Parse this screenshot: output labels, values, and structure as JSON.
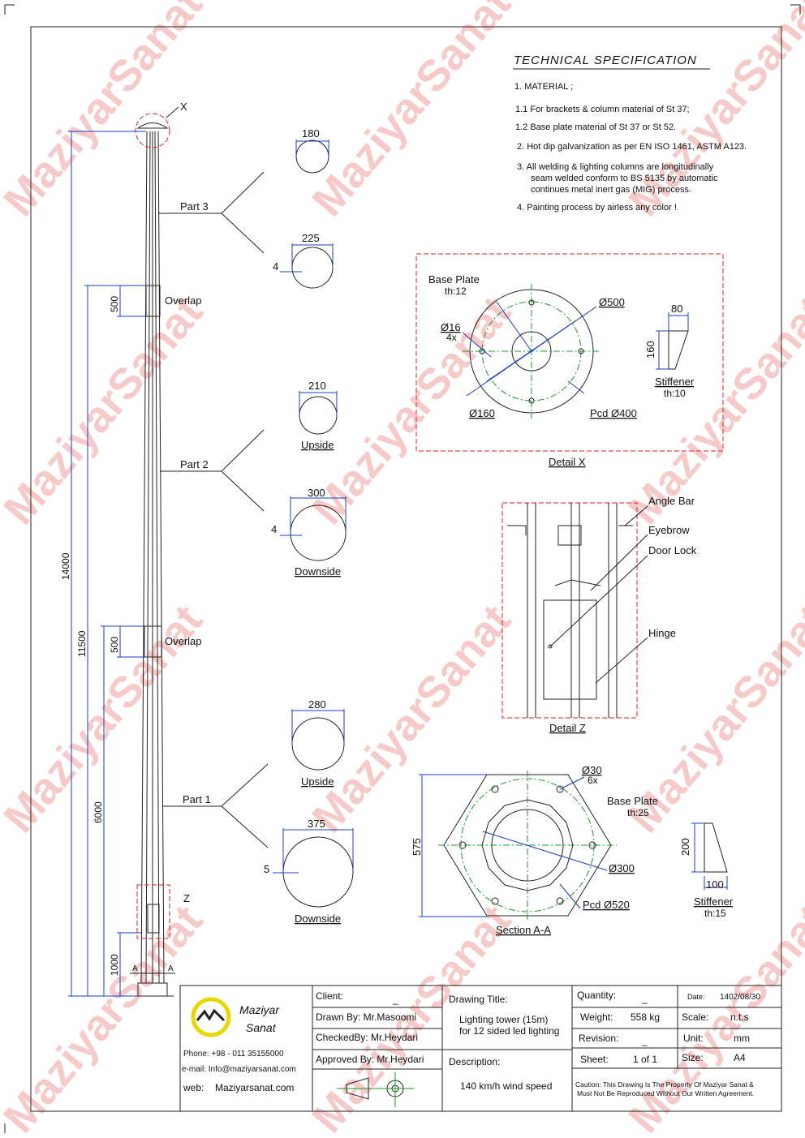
{
  "watermark": "MaziyarSanat",
  "spec": {
    "title": "TECHNICAL SPECIFICATION",
    "items": [
      "1. MATERIAL ;",
      "1.1  For brackets & column material of St 37;",
      "1.2  Base plate material of St 37 or St 52.",
      "2.  Hot dip galvanization as per EN ISO 1461, ASTM A123.",
      "3.  All welding & lighting columns are longitudinally",
      "seam welded conform to BS 5135 by automatic",
      "continues metal inert gas (MIG) process.",
      "4.  Painting process by airless any color !"
    ]
  },
  "pole": {
    "x_label": "X",
    "z_label": "Z",
    "a_label": "A",
    "dims": [
      "14000",
      "11500",
      "6000",
      "1000"
    ],
    "overlap": "Overlap",
    "overlap_dim": "500"
  },
  "parts": [
    {
      "label": "Part  3",
      "top": "180",
      "bottom": "225",
      "thk": "4",
      "top_name": "",
      "bottom_name": ""
    },
    {
      "label": "Part  2",
      "top": "210",
      "bottom": "300",
      "thk": "4",
      "top_name": "Upside",
      "bottom_name": "Downside"
    },
    {
      "label": "Part  1",
      "top": "280",
      "bottom": "375",
      "thk": "5",
      "top_name": "Upside",
      "bottom_name": "Downside"
    }
  ],
  "detail_x": {
    "title": "Detail  X",
    "base_plate": "Base  Plate",
    "th": "th:12",
    "hole": "Ø16",
    "hole_count": "4x",
    "outer": "Ø500",
    "inner": "Ø160",
    "pcd": "Pcd Ø400",
    "stiffener": "Stiffener",
    "stiff_th": "th:10",
    "stiff_w": "80",
    "stiff_h": "160"
  },
  "detail_z": {
    "title": "Detail  Z",
    "angle_bar": "Angle  Bar",
    "eyebrow": "Eyebrow",
    "door_lock": "Door  Lock",
    "hinge": "Hinge"
  },
  "section_aa": {
    "title": "Section  A-A",
    "hole": "Ø30",
    "hole_count": "6x",
    "base_plate": "Base  Plate",
    "th": "th:25",
    "inner": "Ø300",
    "pcd": "Pcd Ø520",
    "height": "575",
    "stiffener": "Stiffener",
    "stiff_th": "th:15",
    "stiff_w": "100",
    "stiff_h": "200"
  },
  "title_block": {
    "company": [
      "Maziyar",
      "Sanat"
    ],
    "phone": "Phone: +98 - 011 35155000",
    "email": "e-mail:  Info@maziyarsanat.com",
    "web_label": "web:",
    "web": "Maziyarsanat.com",
    "client_label": "Client:",
    "client": "_",
    "drawn": "Drawn By:  Mr.Masoomi",
    "checked": "CheckedBy:  Mr.Heydari",
    "approved": "Approved By:  Mr.Heydari",
    "drawing_title_label": "Drawing Title:",
    "drawing_title": [
      "Lighting tower (15m)",
      "for 12 sided led lighting"
    ],
    "description_label": "Description:",
    "description": "140 km/h wind speed",
    "quantity_label": "Quantity:",
    "quantity": "_",
    "weight_label": "Weight:",
    "weight": "558 kg",
    "revision_label": "Revision:",
    "revision": "_",
    "sheet_label": "Sheet:",
    "sheet": "1 of 1",
    "date_label": "Date:",
    "date": "1402/08/30",
    "scale_label": "Scale:",
    "scale": "n.t.s",
    "unit_label": "Unit:",
    "unit": "mm",
    "size_label": "Size:",
    "size": "A4",
    "caution": [
      "Caution: This Drawing Is The Property Of Maziyar Sanat &",
      "Must Not Be Reproduced Without Our Written Agreement."
    ]
  }
}
